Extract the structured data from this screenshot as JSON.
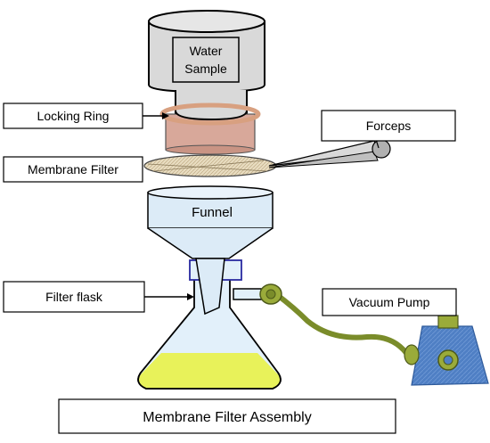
{
  "labels": {
    "water_sample_line1": "Water",
    "water_sample_line2": "Sample",
    "locking_ring": "Locking Ring",
    "forceps": "Forceps",
    "membrane_filter": "Membrane Filter",
    "funnel": "Funnel",
    "filter_flask": "Filter flask",
    "vacuum_pump": "Vacuum Pump",
    "caption": "Membrane Filter Assembly"
  },
  "colors": {
    "cylinder_fill": "#d9d9d9",
    "ring_fill": "#f2c8b8",
    "ring_body": "#d8a89a",
    "filter_fill": "#e8dcc0",
    "funnel_fill": "#dcebf7",
    "flask_fill": "#e2f0fa",
    "liquid_fill": "#e8f25a",
    "tube": "#7a8c2a",
    "pump_fill": "#4f7fc4"
  }
}
